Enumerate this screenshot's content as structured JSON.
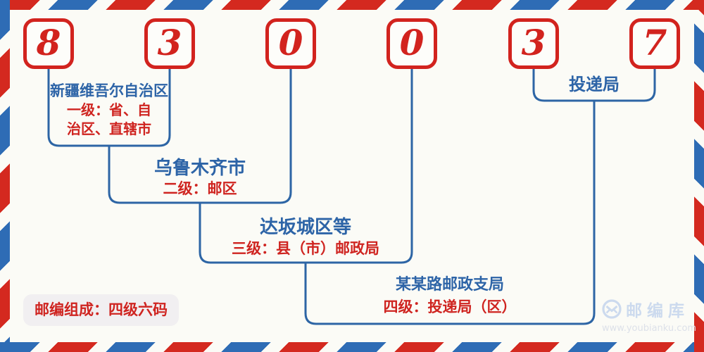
{
  "postal_code": {
    "digits": [
      "8",
      "3",
      "0",
      "0",
      "3",
      "7"
    ]
  },
  "levels": [
    {
      "name": "新疆维吾尔自治区",
      "desc1": "一级：省、自",
      "desc2": "治区、直辖市"
    },
    {
      "name": "乌鲁木齐市",
      "desc1": "二级：邮区"
    },
    {
      "name": "达坂城区等",
      "desc1": "三级：县（市）邮政局"
    },
    {
      "name": "某某路邮政支局",
      "desc1": "四级：投递局（区）"
    },
    {
      "name": "投递局"
    }
  ],
  "badge": {
    "text": "邮编组成：四级六码"
  },
  "watermark": {
    "brand": "邮编库",
    "url": "www.youbianku.com",
    "icon": "envelope-circle-icon"
  },
  "colors": {
    "digit_red": "#d2231e",
    "line_blue": "#2d65a5",
    "name_blue": "#2d64a7",
    "desc_red": "#cf2420",
    "stripe_red": "#d4291f",
    "stripe_blue": "#2e6cb5",
    "badge_bg": "#f1eff1",
    "watermark_text": "#ccdaee",
    "watermark_url": "#dde1e9",
    "background": "#fbfbf6"
  }
}
